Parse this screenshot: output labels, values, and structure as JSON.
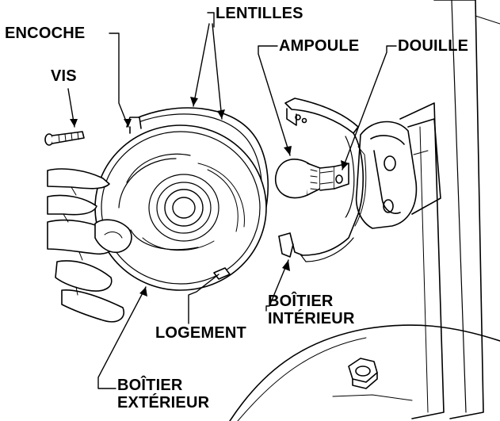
{
  "colors": {
    "ink": "#000000",
    "paper": "#ffffff",
    "hand_shade": "#f2f2f2"
  },
  "labels": {
    "encoche": "ENCOCHE",
    "lentilles": "LENTILLES",
    "vis": "VIS",
    "ampoule": "AMPOULE",
    "douille": "DOUILLE",
    "boitier_interieur_line1": "BOÎTIER",
    "boitier_interieur_line2": "INTÉRIEUR",
    "logement": "LOGEMENT",
    "boitier_exterieur_line1": "BOÎTIER",
    "boitier_exterieur_line2": "EXTÉRIEUR"
  }
}
